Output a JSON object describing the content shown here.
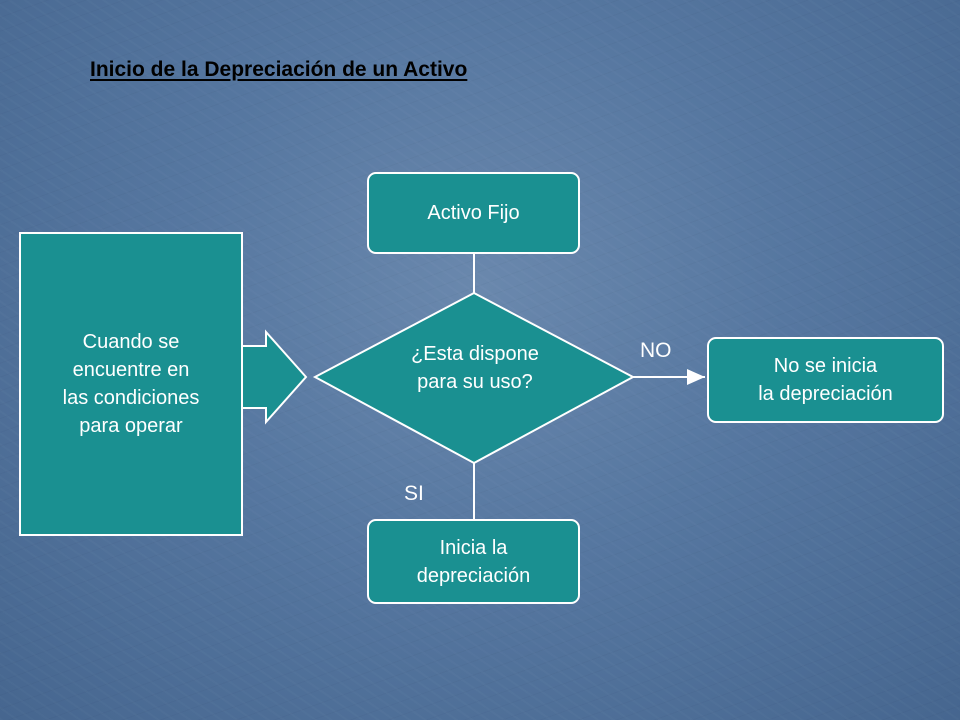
{
  "title": "Inicio de la Depreciación de un Activo",
  "condition_box": "Cuando se\nencuentre  en\nlas condiciones\npara operar",
  "start_node": "Activo Fijo",
  "decision": "¿Esta dispone\npara su uso?",
  "no_label": "NO",
  "yes_label": "SI",
  "no_result": "No se inicia\nla depreciación",
  "yes_result": "Inicia la\ndepreciación",
  "colors": {
    "node_fill": "#1a9091",
    "node_border": "#ffffff",
    "background": "#5677a0"
  }
}
